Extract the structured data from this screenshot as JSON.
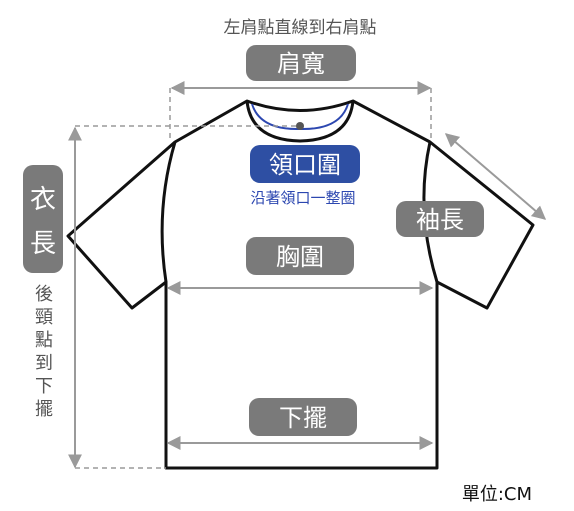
{
  "labels": {
    "shoulder_note": "左肩點直線到右肩點",
    "shoulder_width": "肩寬",
    "neckline": "領口圍",
    "neckline_note": "沿著領口一整圈",
    "sleeve_length": "袖長",
    "body_length_line1": "衣",
    "body_length_line2": "長",
    "body_length_note": [
      "後",
      "頸",
      "點",
      "到",
      "下",
      "擺"
    ],
    "chest": "胸圍",
    "hem": "下擺",
    "unit": "單位:CM"
  },
  "colors": {
    "outline": "#111111",
    "badge_gray": "#7a7a7a",
    "badge_blue": "#2e4fa3",
    "measure_line": "#9a9a9a",
    "neck_blue": "#2c47b0",
    "note_blue": "#2c47b0",
    "note_gray": "#555555",
    "white": "#ffffff"
  }
}
